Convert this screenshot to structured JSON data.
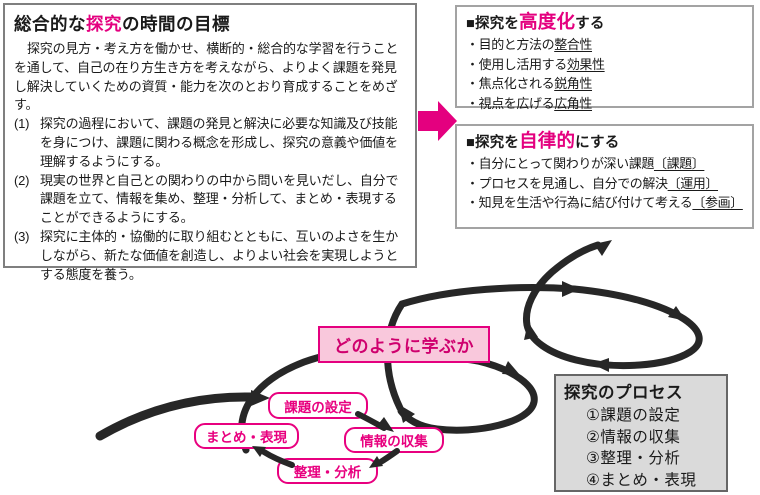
{
  "colors": {
    "accent_magenta": "#e4007f",
    "banner_fill": "#f9c8dc",
    "process_box_fill": "#dadada",
    "arrow_black": "#272727"
  },
  "goal_box": {
    "title": {
      "pre": "総合的な",
      "highlight": "探究",
      "post": "の時間の目標"
    },
    "intro": "探究の見方・考え方を働かせ、横断的・総合的な学習を行うことを通して、自己の在り方生き方を考えながら、よりよく課題を発見し解決していくための資質・能力を次のとおり育成することをめざす。",
    "items": [
      {
        "num": "(1)",
        "text": "探究の過程において、課題の発見と解決に必要な知識及び技能を身につけ、課題に関わる概念を形成し、探究の意義や価値を理解するようにする。"
      },
      {
        "num": "(2)",
        "text": "現実の世界と自己との関わりの中から問いを見いだし、自分で課題を立て、情報を集め、整理・分析して、まとめ・表現することができるようにする。"
      },
      {
        "num": "(3)",
        "text": "探究に主体的・協働的に取り組むとともに、互いのよさを生かしながら、新たな価値を創造し、よりよい社会を実現しようとする態度を養う。"
      }
    ]
  },
  "upgrade_box": {
    "title": {
      "pre": "■探究を",
      "highlight": "高度化",
      "post": "する"
    },
    "items": [
      {
        "text": "・目的と方法の",
        "u": "整合性"
      },
      {
        "text": "・使用し活用する",
        "u": "効果性"
      },
      {
        "text": "・焦点化される",
        "u": "鋭角性"
      },
      {
        "text": "・視点を広げる",
        "u": "広角性"
      }
    ]
  },
  "autonomy_box": {
    "title": {
      "pre": "■探究を",
      "highlight": "自律的",
      "post": "にする"
    },
    "items": [
      {
        "text": "・自分にとって関わりが深い課題",
        "u": "〔課題〕"
      },
      {
        "text": "・プロセスを見通し、自分での解決",
        "u": "〔運用〕"
      },
      {
        "text": "・知見を生活や行為に結び付けて考える",
        "u": "〔参画〕"
      }
    ]
  },
  "banner": {
    "label": "どのように学ぶか"
  },
  "cycle": {
    "steps": [
      "課題の設定",
      "情報の収集",
      "整理・分析",
      "まとめ・表現"
    ]
  },
  "process_box": {
    "title": "探究のプロセス",
    "items": [
      "①課題の設定",
      "②情報の収集",
      "③整理・分析",
      "④まとめ・表現"
    ]
  }
}
